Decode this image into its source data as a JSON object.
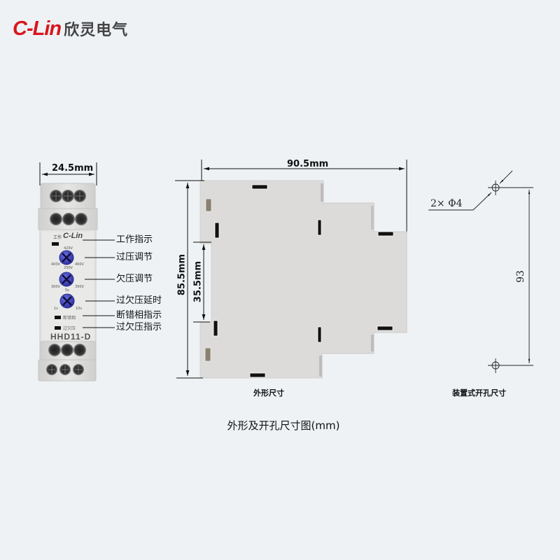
{
  "header": {
    "brand_latin": "C-Lin",
    "brand_cn": "欣灵电气",
    "brand_color": "#d9161c"
  },
  "front_view": {
    "width_dim": "24.5mm",
    "panel_logo": "C-Lin",
    "model": "HHD11-D",
    "panel_texts": {
      "work": "工作",
      "knob1_top": "420V",
      "knob1_left": "400V",
      "knob1_right": "460V",
      "knob1_bottom": "330V",
      "knob1_label": "过压调节",
      "knob2_left": "300V",
      "knob2_right": "390V",
      "knob2_bottom": "5s",
      "knob2_label": "欠压调节",
      "knob3_left": "1s",
      "knob3_right": "10s",
      "knob3_label": "过欠压延时",
      "led_phase": "断错相",
      "led_volt": "过欠压"
    },
    "callouts": [
      "工作指示",
      "过压调节",
      "欠压调节",
      "过欠压延时",
      "断错相指示",
      "过欠压指示"
    ],
    "body_color": "#dddcdb",
    "knob_color": "#3b3db8"
  },
  "side_view": {
    "width_dim": "90.5mm",
    "height_dim": "85.5mm",
    "rail_dim": "35.5mm",
    "caption": "外形尺寸",
    "body_color": "#dcdbdb"
  },
  "mount_view": {
    "hole_spec": "2× Φ4",
    "spacing": "93",
    "caption": "装置式开孔尺寸"
  },
  "footer": {
    "caption": "外形及开孔尺寸图(mm)"
  }
}
